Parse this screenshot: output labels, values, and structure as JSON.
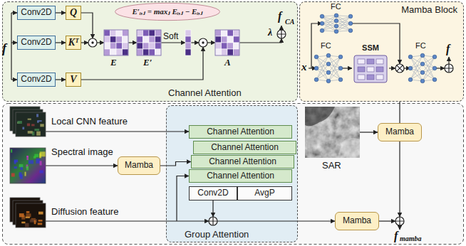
{
  "diagram": {
    "nodes": [
      {
        "text": [
          "Channel Attention"
        ]
      },
      {
        "text": [
          "Conv2D"
        ],
        "in": 0
      },
      {
        "text": [
          "Q"
        ],
        "in": 0
      },
      {
        "text": [
          "Conv2D"
        ],
        "in": 0
      },
      {
        "text": [
          "Kᵀ"
        ],
        "in": 0
      },
      {
        "text": [
          "Conv2D"
        ],
        "in": 0
      },
      {
        "text": [
          "V"
        ],
        "in": 0
      },
      {
        "text": [
          "E′ᵢ,ⱼ = maxⱼ Eᵢ,ⱼ − Eᵢ,ⱼ"
        ],
        "in": 0
      },
      {
        "text": [
          "Mamba Block"
        ]
      },
      {
        "text": [
          "SSM"
        ],
        "in": 8
      },
      {
        "text": [
          "Mamba"
        ]
      },
      {
        "text": [
          "Group Attention"
        ]
      },
      {
        "text": [
          "Channel Attention"
        ],
        "in": 11
      },
      {
        "text": [
          "Channel Attention"
        ],
        "in": 11
      },
      {
        "text": [
          "Channel Attention"
        ],
        "in": 11
      },
      {
        "text": [
          "Channel Attention"
        ],
        "in": 11
      },
      {
        "text": [
          "Conv2D"
        ],
        "in": 11
      },
      {
        "text": [
          "AvgP"
        ],
        "in": 11
      },
      {
        "text": [
          "Mamba"
        ]
      },
      {
        "text": [
          "Mamba"
        ]
      }
    ],
    "edges": [
      {
        "from": 1,
        "to": 2,
        "arrow": "to"
      },
      {
        "from": 3,
        "to": 4,
        "arrow": "to"
      },
      {
        "from": 5,
        "to": 6,
        "arrow": "to"
      },
      {
        "from": 10,
        "to": 14,
        "arrow": "to"
      },
      {
        "from": 11,
        "to": 19,
        "arrow": "to"
      },
      {
        "from": 8,
        "to": 18,
        "arrow": "none"
      }
    ],
    "labels": [
      "f",
      "E",
      "E′",
      "Soft",
      "A",
      "λ",
      "f",
      "CA",
      "FC",
      "FC",
      "FC",
      "x",
      "f",
      "Local CNN feature",
      "Spectral image",
      "Diffusion feature",
      "SAR",
      "f",
      "mamba"
    ]
  }
}
